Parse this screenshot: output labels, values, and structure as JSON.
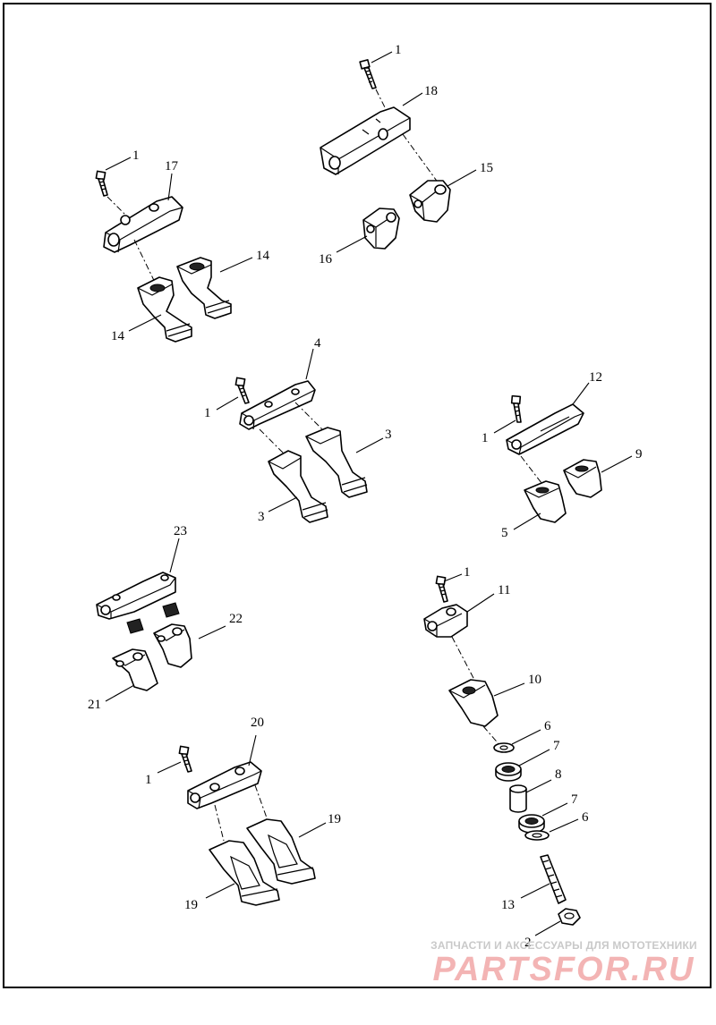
{
  "callouts": [
    {
      "id": "c1a",
      "text": "1"
    },
    {
      "id": "c18",
      "text": "18"
    },
    {
      "id": "c15",
      "text": "15"
    },
    {
      "id": "c16",
      "text": "16"
    },
    {
      "id": "c1b",
      "text": "1"
    },
    {
      "id": "c17",
      "text": "17"
    },
    {
      "id": "c14a",
      "text": "14"
    },
    {
      "id": "c14b",
      "text": "14"
    },
    {
      "id": "c4",
      "text": "4"
    },
    {
      "id": "c1c",
      "text": "1"
    },
    {
      "id": "c3a",
      "text": "3"
    },
    {
      "id": "c3b",
      "text": "3"
    },
    {
      "id": "c12",
      "text": "12"
    },
    {
      "id": "c1d",
      "text": "1"
    },
    {
      "id": "c9",
      "text": "9"
    },
    {
      "id": "c5",
      "text": "5"
    },
    {
      "id": "c23",
      "text": "23"
    },
    {
      "id": "c22",
      "text": "22"
    },
    {
      "id": "c21",
      "text": "21"
    },
    {
      "id": "c1e",
      "text": "1"
    },
    {
      "id": "c11",
      "text": "11"
    },
    {
      "id": "c10",
      "text": "10"
    },
    {
      "id": "c6a",
      "text": "6"
    },
    {
      "id": "c7a",
      "text": "7"
    },
    {
      "id": "c8",
      "text": "8"
    },
    {
      "id": "c7b",
      "text": "7"
    },
    {
      "id": "c6b",
      "text": "6"
    },
    {
      "id": "c13",
      "text": "13"
    },
    {
      "id": "c2",
      "text": "2"
    },
    {
      "id": "c20",
      "text": "20"
    },
    {
      "id": "c1f",
      "text": "1"
    },
    {
      "id": "c19a",
      "text": "19"
    },
    {
      "id": "c19b",
      "text": "19"
    }
  ],
  "watermark": {
    "tagline": "ЗАПЧАСТИ И АКСЕССУАРЫ ДЛЯ МОТОТЕХНИКИ",
    "brand": "PARTSFOR.RU",
    "tagline_color": "#c9c9c9",
    "brand_color": "#f3b4b4"
  }
}
